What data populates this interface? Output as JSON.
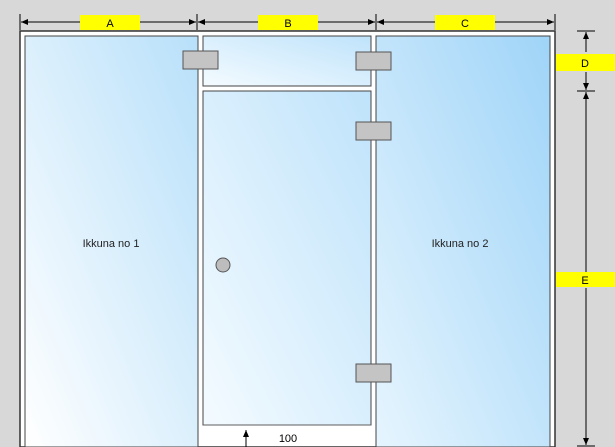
{
  "dimensions": {
    "top": [
      {
        "label": "A"
      },
      {
        "label": "B"
      },
      {
        "label": "C"
      }
    ],
    "right": [
      {
        "label": "D"
      },
      {
        "label": "E"
      }
    ],
    "bottom_value": "100"
  },
  "panels": {
    "left_window": "Ikkuna no 1",
    "right_window": "Ikkuna no 2"
  },
  "colors": {
    "label_bg": "#ffff00",
    "glass_light": "#ffffff",
    "glass_dark": "#a8d8f8",
    "hinge": "#c0c0c0"
  }
}
